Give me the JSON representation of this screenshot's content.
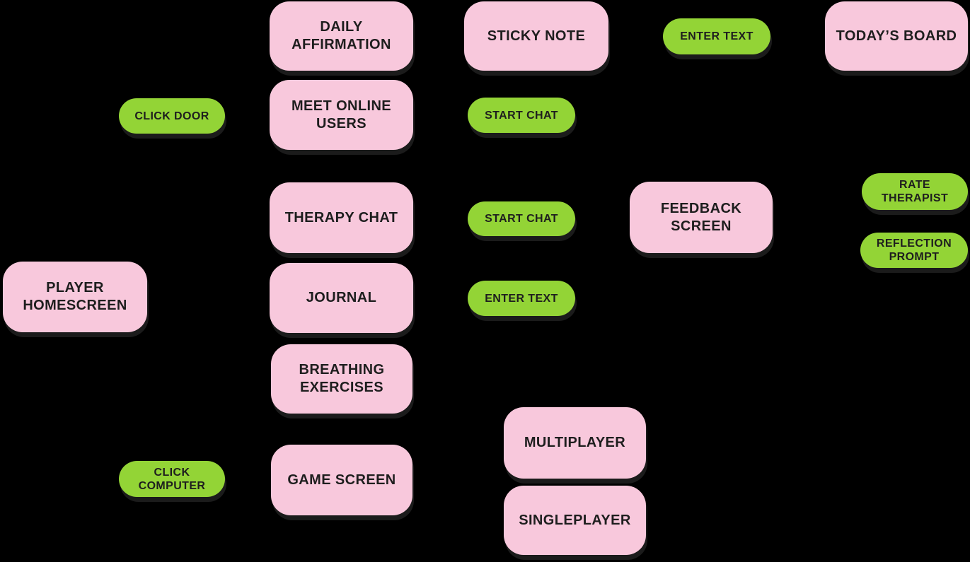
{
  "canvas": {
    "background": "#000000"
  },
  "palette": {
    "screen_fill": "#F8C8DC",
    "action_fill": "#93D436",
    "label_color": "#1E1E1E"
  },
  "nodes": {
    "daily_affirmation": {
      "type": "screen",
      "label": "DAILY\nAFFIRMATION"
    },
    "sticky_note": {
      "type": "screen",
      "label": "STICKY NOTE"
    },
    "enter_text_top": {
      "type": "action",
      "label": "ENTER TEXT"
    },
    "todays_board": {
      "type": "screen",
      "label": "TODAY’S BOARD"
    },
    "click_door": {
      "type": "action",
      "label": "CLICK DOOR"
    },
    "meet_online_users": {
      "type": "screen",
      "label": "MEET ONLINE\nUSERS"
    },
    "start_chat_upper": {
      "type": "action",
      "label": "START CHAT"
    },
    "therapy_chat": {
      "type": "screen",
      "label": "THERAPY CHAT"
    },
    "start_chat_lower": {
      "type": "action",
      "label": "START CHAT"
    },
    "feedback_screen": {
      "type": "screen",
      "label": "FEEDBACK\nSCREEN"
    },
    "rate_therapist": {
      "type": "action",
      "label": "RATE\nTHERAPIST"
    },
    "reflection_prompt": {
      "type": "action",
      "label": "REFLECTION\nPROMPT"
    },
    "journal": {
      "type": "screen",
      "label": "JOURNAL"
    },
    "enter_text_mid": {
      "type": "action",
      "label": "ENTER TEXT"
    },
    "player_homescreen": {
      "type": "screen",
      "label": "PLAYER\nHOMESCREEN"
    },
    "breathing_exercises": {
      "type": "screen",
      "label": "BREATHING\nEXERCISES"
    },
    "game_screen": {
      "type": "screen",
      "label": "GAME SCREEN"
    },
    "click_computer": {
      "type": "action",
      "label": "CLICK\nCOMPUTER"
    },
    "multiplayer": {
      "type": "screen",
      "label": "MULTIPLAYER"
    },
    "singleplayer": {
      "type": "screen",
      "label": "SINGLEPLAYER"
    }
  }
}
